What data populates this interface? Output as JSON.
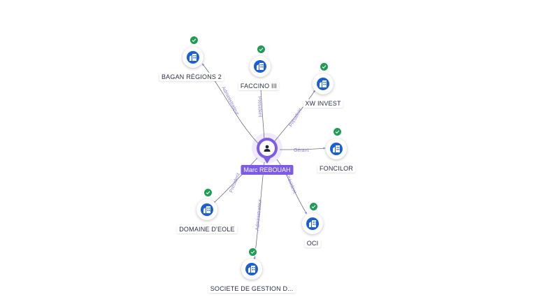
{
  "center": {
    "name": "Marc REBOUAH",
    "icon": "person-icon",
    "color": "#7c5ce6"
  },
  "companies": [
    {
      "id": "bagan",
      "name": "BAGAN RÉGIONS 2",
      "relation": "Administrateur",
      "icon": "building-icon",
      "verified": true
    },
    {
      "id": "faccino",
      "name": "FACCINO III",
      "relation": "Président",
      "icon": "building-icon",
      "verified": true
    },
    {
      "id": "xw",
      "name": "XW INVEST",
      "relation": "Président",
      "icon": "building-icon",
      "verified": true
    },
    {
      "id": "foncilor",
      "name": "FONCILOR",
      "relation": "Gérant",
      "icon": "building-icon",
      "verified": true
    },
    {
      "id": "oci",
      "name": "OCI",
      "relation": "Président",
      "icon": "building-icon",
      "verified": true
    },
    {
      "id": "societe",
      "name": "SOCIETE DE GESTION D...",
      "relation": "Administrateur",
      "icon": "building-icon",
      "verified": true
    },
    {
      "id": "domaine",
      "name": "DOMAINE D'EOLE",
      "relation": "Président",
      "icon": "building-icon",
      "verified": true
    }
  ],
  "colors": {
    "company": "#1a5fd6",
    "verified": "#1f9d55",
    "edge": "#6b6f80",
    "edge_label": "#8a7fd6"
  }
}
